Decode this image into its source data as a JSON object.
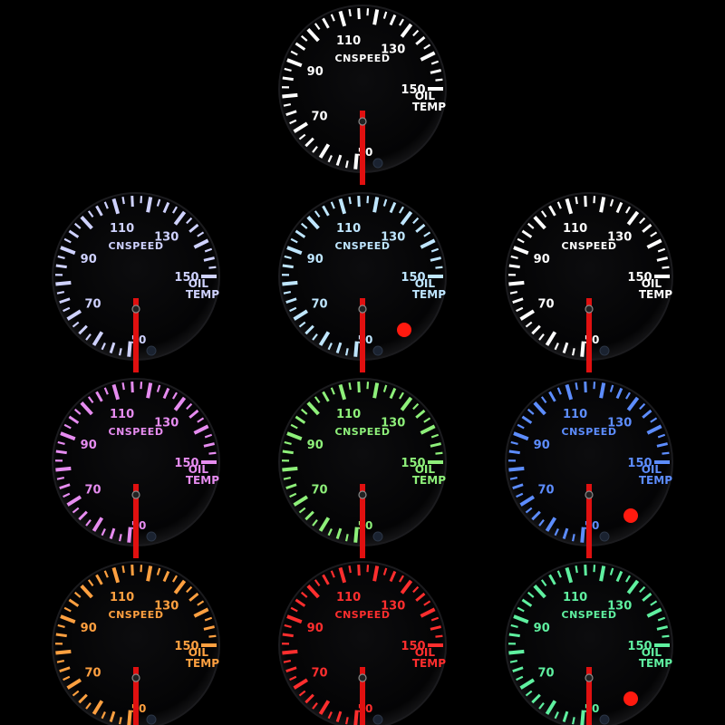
{
  "scale_labels": [
    "70",
    "90",
    "110",
    "130",
    "150"
  ],
  "min_label": "50",
  "brand": "CNSPEED",
  "unit_line1": "OIL",
  "unit_line2": "TEMP",
  "needle_color": "#e01010",
  "warning_light_color": "#ff1a0f",
  "gauges": [
    {
      "color": "#ffffff",
      "warning_light": false
    },
    {
      "color": "#cfd2ff",
      "warning_light": false
    },
    {
      "color": "#bfe6ff",
      "warning_light": true
    },
    {
      "color": "#ffffff",
      "warning_light": false
    },
    {
      "color": "#e68cf0",
      "warning_light": false
    },
    {
      "color": "#8ef07a",
      "warning_light": false
    },
    {
      "color": "#5d8dff",
      "warning_light": true
    },
    {
      "color": "#ffa040",
      "warning_light": false
    },
    {
      "color": "#ff2e2e",
      "warning_light": false
    },
    {
      "color": "#5ff0a0",
      "warning_light": true
    }
  ]
}
